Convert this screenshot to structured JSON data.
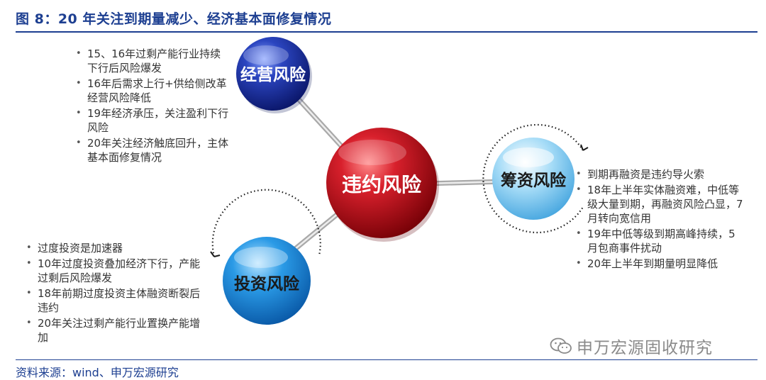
{
  "title": "图 8：20 年关注到期量减少、经济基本面修复情况",
  "source": "资料来源：wind、申万宏源研究",
  "watermark": "申万宏源固收研究",
  "colors": {
    "title_blue": "#1d3f91",
    "center_red": "#c3101e",
    "top_navy": "#1f3aa8",
    "bottom_blue": "#1e8fe0",
    "right_light_blue": "#7cc6f0"
  },
  "nodes": {
    "center": "违约风险",
    "operating": "经营风险",
    "financing": "筹资风险",
    "investment": "投资风险"
  },
  "operating_points": [
    "15、16年过剩产能行业持续下行后风险爆发",
    "16年后需求上行+供给侧改革经营风险降低",
    "19年经济承压，关注盈利下行风险",
    "20年关注经济触底回升，主体基本面修复情况"
  ],
  "investment_points": [
    "过度投资是加速器",
    "10年过度投资叠加经济下行，产能过剩后风险爆发",
    "18年前期过度投资主体融资断裂后违约",
    "20年关注过剩产能行业置换产能增加"
  ],
  "financing_points": [
    "到期再融资是违约导火索",
    "18年上半年实体融资难，中低等级大量到期，再融资风险凸显，7月转向宽信用",
    "19年中低等级到期高峰持续，5月包商事件扰动",
    "20年上半年到期量明显降低"
  ]
}
